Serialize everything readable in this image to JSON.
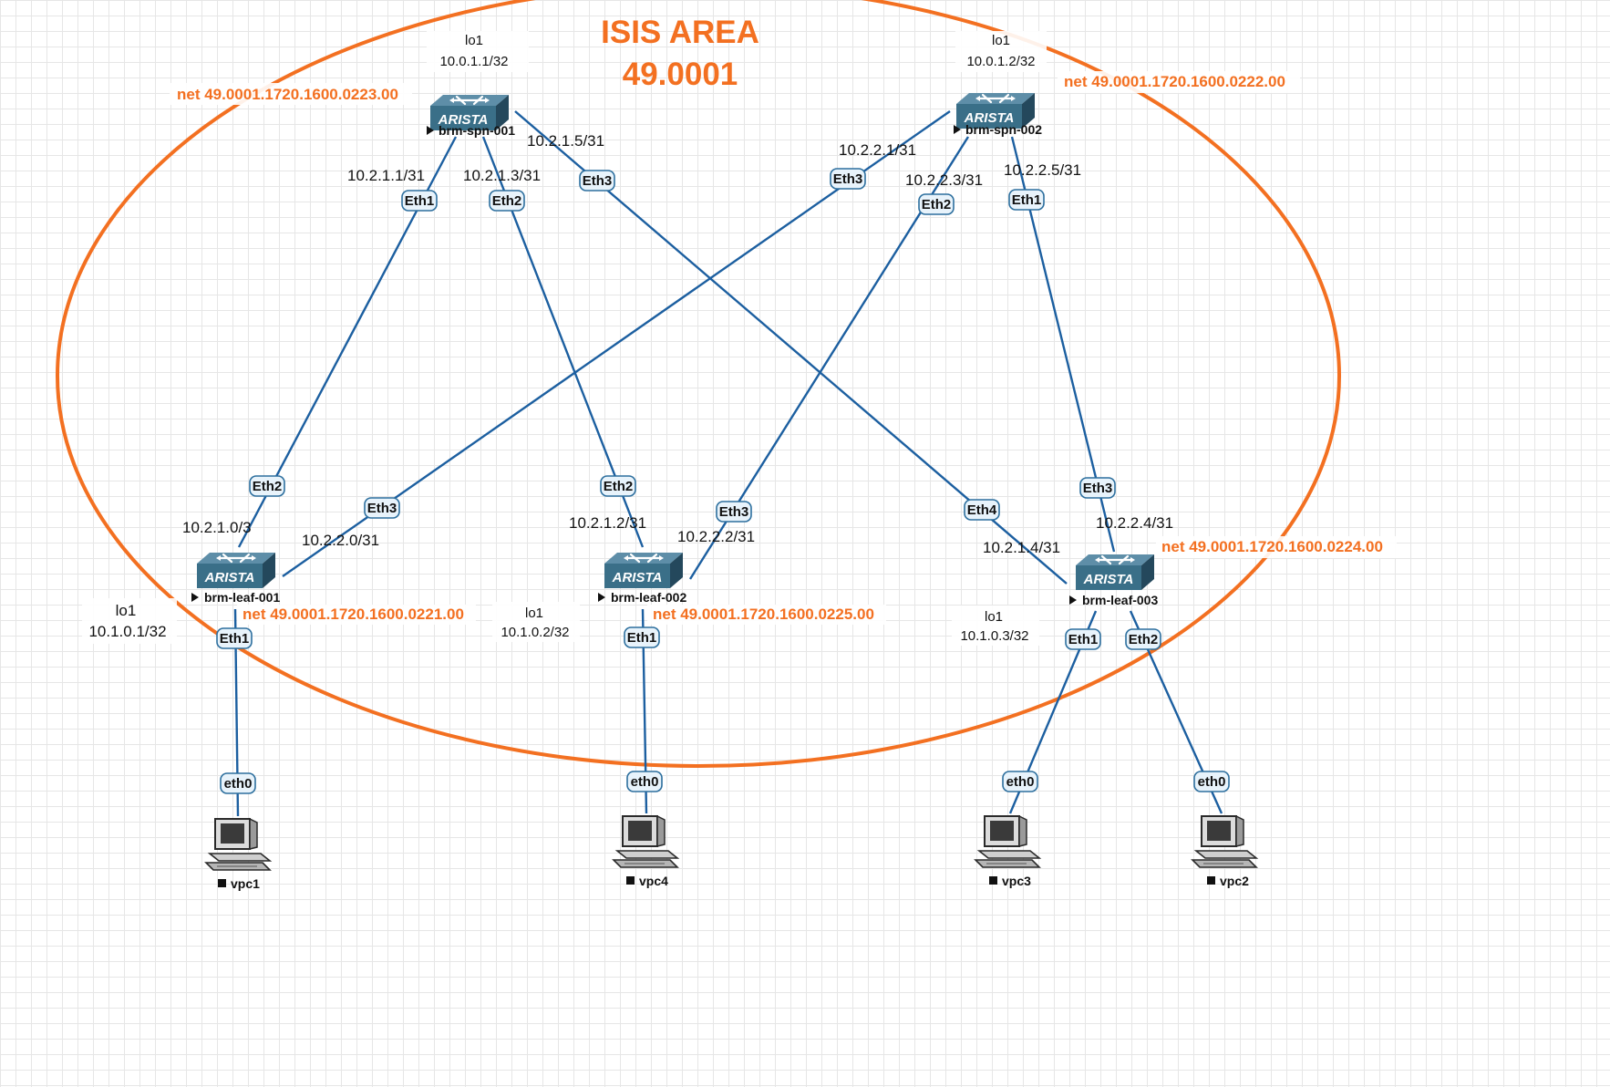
{
  "area": {
    "title_line1": "ISIS AREA",
    "title_line2": "49.0001",
    "color": "#f37021"
  },
  "colors": {
    "link": "#1c5fa0",
    "port_border": "#2d6f9e",
    "switch_body": "#3a6f88"
  },
  "switches": [
    {
      "name": "brm-spn-001",
      "brand": "ARISTA",
      "lo_name": "lo1",
      "lo_ip": "10.0.1.1/32",
      "net": "net 49.0001.1720.1600.0223.00"
    },
    {
      "name": "brm-spn-002",
      "brand": "ARISTA",
      "lo_name": "lo1",
      "lo_ip": "10.0.1.2/32",
      "net": "net 49.0001.1720.1600.0222.00"
    },
    {
      "name": "brm-leaf-001",
      "brand": "ARISTA",
      "lo_name": "lo1",
      "lo_ip": "10.1.0.1/32",
      "net": "net 49.0001.1720.1600.0221.00"
    },
    {
      "name": "brm-leaf-002",
      "brand": "ARISTA",
      "lo_name": "lo1",
      "lo_ip": "10.1.0.2/32",
      "net": "net 49.0001.1720.1600.0225.00"
    },
    {
      "name": "brm-leaf-003",
      "brand": "ARISTA",
      "lo_name": "lo1",
      "lo_ip": "10.1.0.3/32",
      "net": "net 49.0001.1720.1600.0224.00"
    }
  ],
  "hosts": [
    {
      "name": "vpc1",
      "port": "eth0"
    },
    {
      "name": "vpc4",
      "port": "eth0"
    },
    {
      "name": "vpc3",
      "port": "eth0"
    },
    {
      "name": "vpc2",
      "port": "eth0"
    }
  ],
  "links": [
    {
      "a_port": "Eth1",
      "a_ip": "10.2.1.1/31",
      "b_port": "Eth2",
      "b_ip": "10.2.1.0/3"
    },
    {
      "a_port": "Eth2",
      "a_ip": "10.2.1.3/31",
      "b_port": "Eth2",
      "b_ip": "10.2.1.2/31"
    },
    {
      "a_port": "Eth3",
      "a_ip": "10.2.1.5/31",
      "b_port": "Eth4",
      "b_ip": "10.2.1.4/31"
    },
    {
      "a_port": "Eth3",
      "a_ip": "10.2.2.1/31",
      "b_port": "Eth3",
      "b_ip": "10.2.2.0/31"
    },
    {
      "a_port": "Eth2",
      "a_ip": "10.2.2.3/31",
      "b_port": "Eth3",
      "b_ip": "10.2.2.2/31"
    },
    {
      "a_port": "Eth1",
      "a_ip": "10.2.2.5/31",
      "b_port": "Eth3",
      "b_ip": "10.2.2.4/31"
    }
  ],
  "host_links": [
    {
      "leaf_port": "Eth1"
    },
    {
      "leaf_port": "Eth1"
    },
    {
      "leaf_port": "Eth1"
    },
    {
      "leaf_port": "Eth2"
    }
  ]
}
